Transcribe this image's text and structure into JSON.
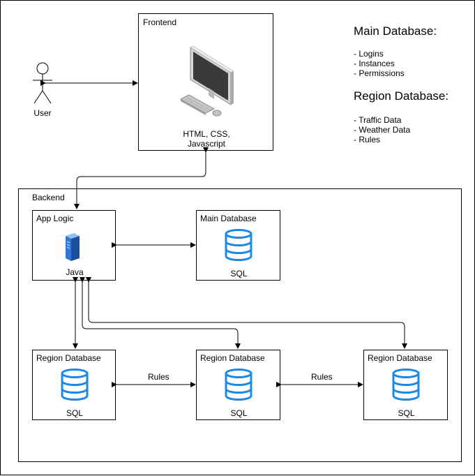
{
  "actor": {
    "label": "User",
    "icon": "user-actor-icon"
  },
  "frontend": {
    "title": "Frontend",
    "tech": "HTML, CSS,\nJavascript",
    "icon": "desktop-computer-icon"
  },
  "backend": {
    "title": "Backend"
  },
  "app_logic": {
    "title": "App Logic",
    "tech": "Java",
    "icon": "server-icon"
  },
  "main_db": {
    "title": "Main Database",
    "tech": "SQL",
    "icon": "database-icon"
  },
  "region_dbs": [
    {
      "title": "Region Database",
      "tech": "SQL",
      "icon": "database-icon"
    },
    {
      "title": "Region Database",
      "tech": "SQL",
      "icon": "database-icon"
    },
    {
      "title": "Region Database",
      "tech": "SQL",
      "icon": "database-icon"
    }
  ],
  "edge_labels": [
    "Rules",
    "Rules"
  ],
  "legend": {
    "main": {
      "title": "Main Database:",
      "items": [
        "- Logins",
        "- Instances",
        "- Permissions"
      ]
    },
    "region": {
      "title": "Region Database:",
      "items": [
        "- Traffic Data",
        "- Weather Data",
        "- Rules"
      ]
    }
  },
  "colors": {
    "db_blue": "#1e88e5",
    "line": "#000000",
    "server_blue": "#2f78d6"
  }
}
